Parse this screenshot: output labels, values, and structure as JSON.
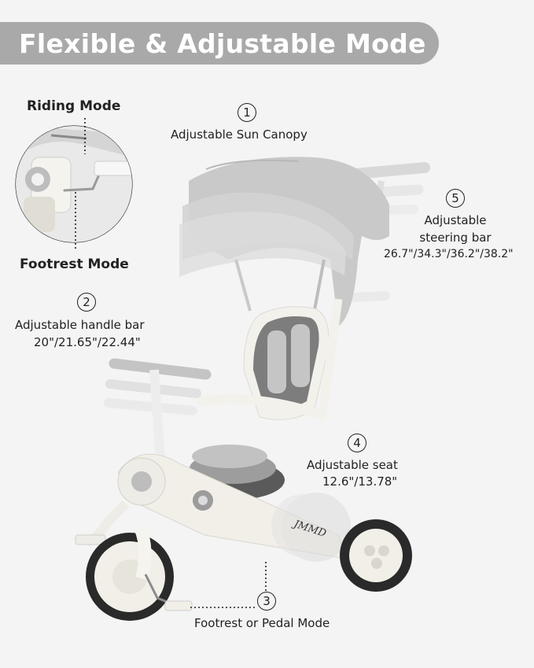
{
  "banner": {
    "title": "Flexible & Adjustable Mode"
  },
  "inset": {
    "top_label": "Riding Mode",
    "bottom_label": "Footrest Mode"
  },
  "features": [
    {
      "number": "1",
      "lines": [
        "Adjustable Sun Canopy"
      ]
    },
    {
      "number": "2",
      "lines": [
        "Adjustable handle bar",
        "20\"/21.65\"/22.44\""
      ]
    },
    {
      "number": "3",
      "lines": [
        "Footrest or Pedal Mode"
      ]
    },
    {
      "number": "4",
      "lines": [
        "Adjustable seat",
        "12.6\"/13.78\""
      ]
    },
    {
      "number": "5",
      "lines": [
        "Adjustable",
        "steering bar",
        "26.7\"/34.3\"/36.2\"/38.2\""
      ]
    }
  ],
  "product": {
    "brand_text": "JMMD"
  },
  "colors": {
    "background": "#f4f4f4",
    "banner": "#a9a9a9",
    "canopy": "#c9c9c9",
    "frame": "#f1efe8",
    "tire": "#2a2a2a"
  }
}
